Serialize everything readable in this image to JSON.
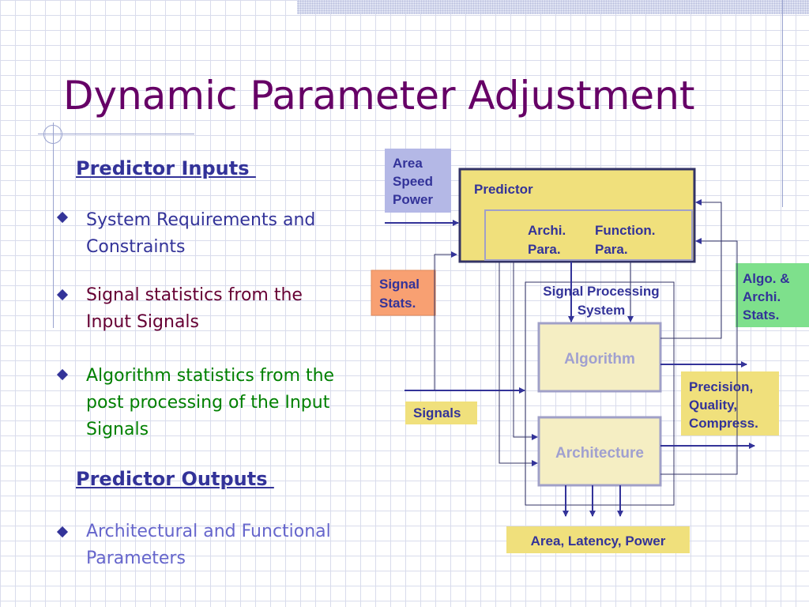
{
  "slide": {
    "title": "Dynamic Parameter Adjustment"
  },
  "left": {
    "inputs_heading": "Predictor Inputs ",
    "inputs": [
      {
        "line1": "System Requirements and",
        "line2": "Constraints",
        "color": "#333399"
      },
      {
        "line1": "Signal statistics from the",
        "line2": "Input Signals",
        "color": "#660033"
      },
      {
        "line1": "Algorithm statistics from the",
        "line2": "post processing of the Input",
        "line3": "Signals",
        "color": "#008000"
      }
    ],
    "outputs_heading": "Predictor Outputs ",
    "outputs": [
      {
        "line1": "Architectural and Functional",
        "line2": "Parameters",
        "color": "#6666cc"
      }
    ]
  },
  "diagram": {
    "area_box": {
      "l1": "Area",
      "l2": "Speed",
      "l3": "Power"
    },
    "predictor": {
      "label": "Predictor",
      "archi1": "Archi.",
      "archi2": "Para.",
      "func1": "Function.",
      "func2": "Para."
    },
    "signal_stats": {
      "l1": "Signal",
      "l2": "Stats."
    },
    "sps": {
      "l1": "Signal Processing",
      "l2": "System"
    },
    "algorithm": "Algorithm",
    "architecture": "Architecture",
    "algo_stats": {
      "l1": "Algo. &",
      "l2": "Archi.",
      "l3": "Stats."
    },
    "precision": {
      "l1": "Precision,",
      "l2": "Quality,",
      "l3": "Compress."
    },
    "signals": "Signals",
    "output": "Area, Latency, Power"
  },
  "colors": {
    "navy": "#333399",
    "title": "#660066",
    "lavender_box": "#b4b8e6",
    "yellow_box": "#f0e07c",
    "orange_box": "#f8a072",
    "green_box": "#7ee08c",
    "light_yellow": "#f5eec3",
    "pale_text": "#a0a0d0"
  }
}
